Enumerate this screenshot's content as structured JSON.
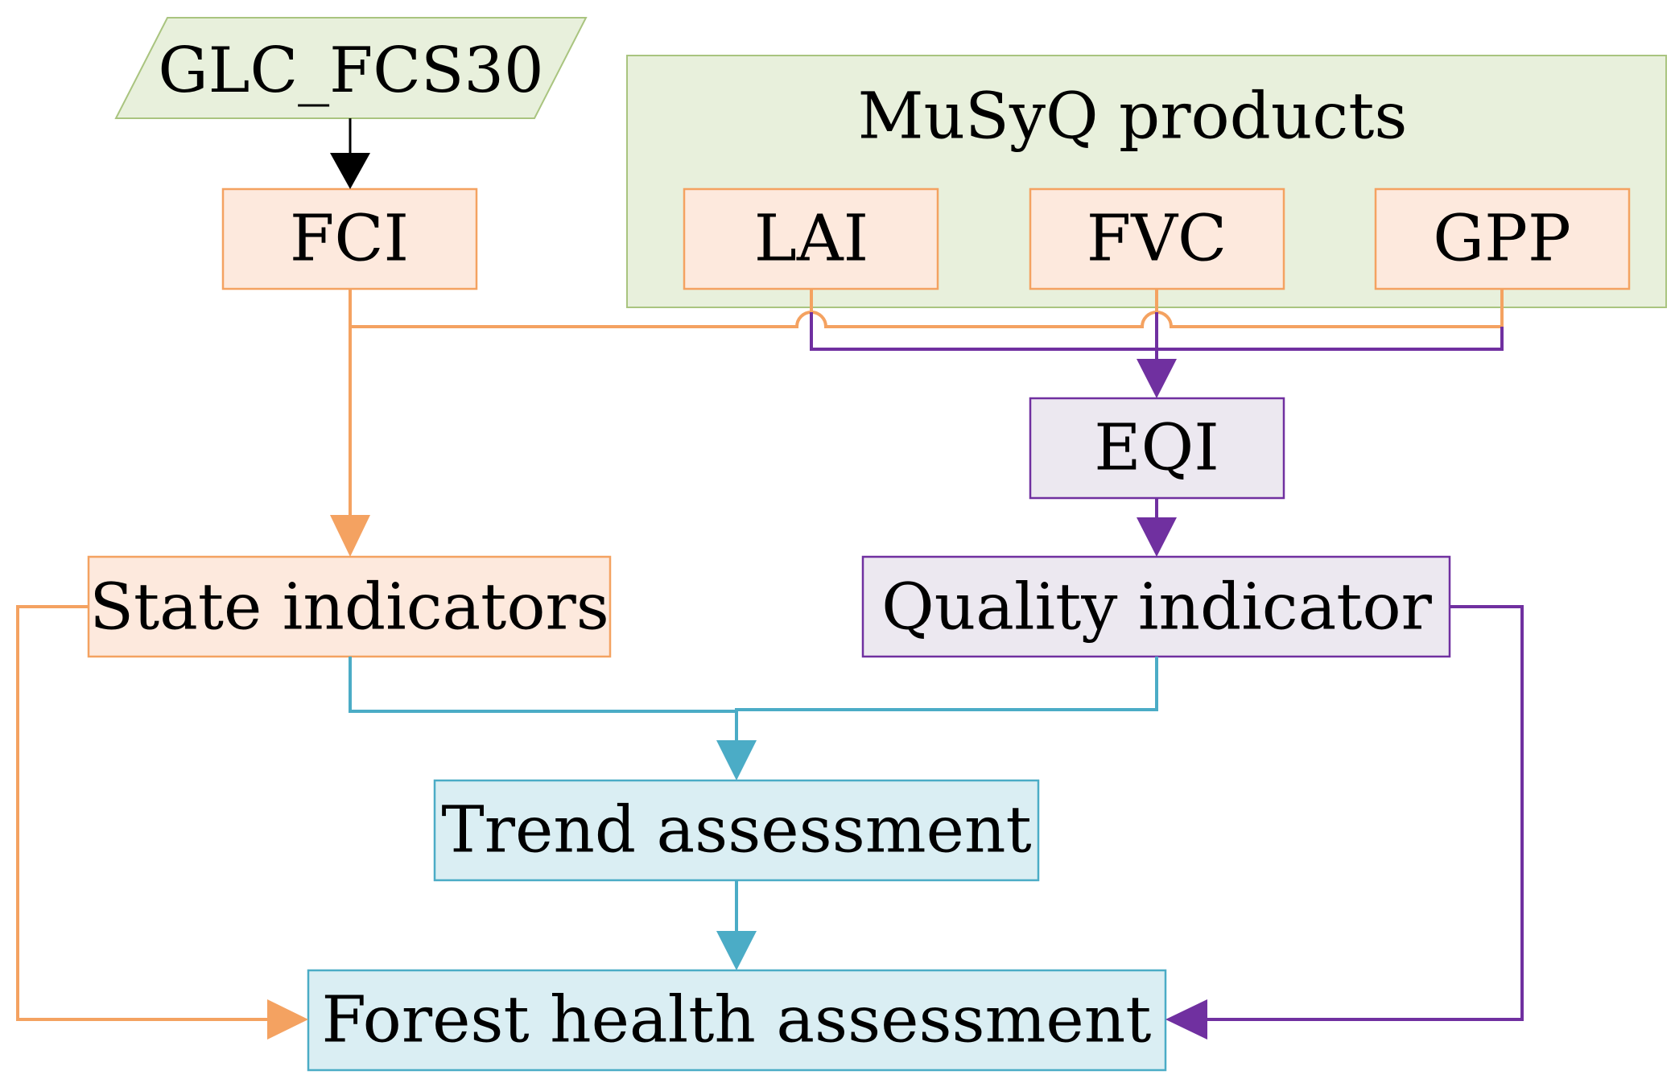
{
  "nodes": {
    "glc": {
      "label": "GLC_FCS30"
    },
    "musyq": {
      "label": "MuSyQ products"
    },
    "fci": {
      "label": "FCI"
    },
    "lai": {
      "label": "LAI"
    },
    "fvc": {
      "label": "FVC"
    },
    "gpp": {
      "label": "GPP"
    },
    "eqi": {
      "label": "EQI"
    },
    "state": {
      "label": "State indicators"
    },
    "quality": {
      "label": "Quality indicator"
    },
    "trend": {
      "label": "Trend assessment"
    },
    "forest": {
      "label": "Forest health assessment"
    }
  },
  "colors": {
    "orange": "#f4a261",
    "orange_fill": "#fde9dd",
    "purple": "#7030a0",
    "purple_fill": "#ece8f0",
    "blue": "#4bacc6",
    "blue_fill": "#daeef3",
    "green_fill": "#e8f0dc",
    "green_stroke": "#a9c47f",
    "black": "#000000"
  }
}
